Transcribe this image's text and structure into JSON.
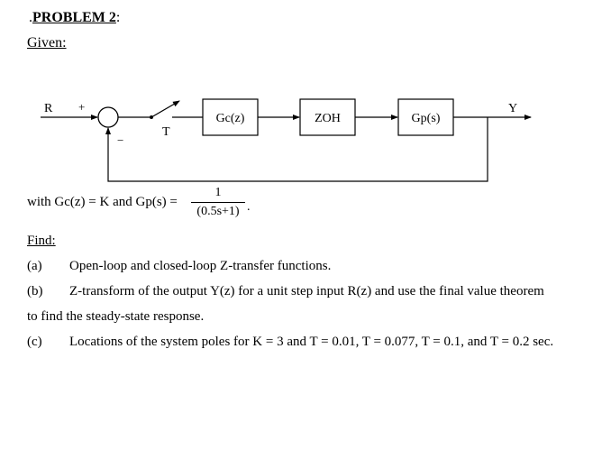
{
  "header": {
    "title_prefix": ".",
    "title": "PROBLEM 2",
    "title_suffix": ":",
    "given": "Given:"
  },
  "diagram": {
    "input_label": "R",
    "plus_sign": "+",
    "minus_sign": "−",
    "sampler_label": "T",
    "controller_block": "Gc(z)",
    "zoh_block": "ZOH",
    "plant_block": "Gp(s)",
    "output_label": "Y"
  },
  "equation": {
    "prefix": "with Gc(z) = K and Gp(s) =",
    "numerator": "1",
    "denominator": "(0.5s+1)",
    "suffix": "."
  },
  "find": {
    "heading": "Find:",
    "items": [
      {
        "marker": "(a)",
        "text": "Open-loop and closed-loop Z-transfer functions."
      },
      {
        "marker": "(b)",
        "text": "Z-transform of the output Y(z) for a unit step input R(z) and use the final value theorem",
        "continuation": "to find the steady-state response."
      },
      {
        "marker": "(c)",
        "text": "Locations of the system poles for K = 3 and T = 0.01, T = 0.077, T = 0.1, and T = 0.2 sec."
      }
    ]
  }
}
